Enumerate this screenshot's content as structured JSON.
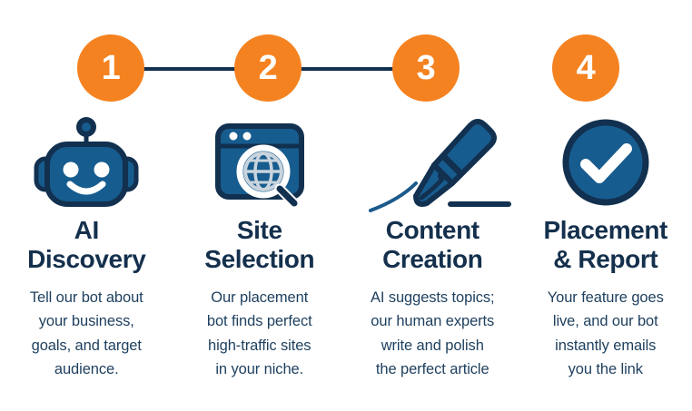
{
  "theme": {
    "background": "#ffffff",
    "accent_orange": "#f58220",
    "navy_dark": "#12304f",
    "navy_text": "#14304d",
    "body_text": "#1d3f5e",
    "icon_blue": "#175c8e"
  },
  "steps": [
    {
      "number": "1",
      "icon": "robot-head-icon",
      "heading": "AI\nDiscovery",
      "body": "Tell our bot about\nyour business,\ngoals, and target\naudience."
    },
    {
      "number": "2",
      "icon": "browser-globe-search-icon",
      "heading": "Site\nSelection",
      "body": "Our placement\nbot finds perfect\nhigh-traffic sites\nin your niche."
    },
    {
      "number": "3",
      "icon": "pen-nib-icon",
      "heading": "Content\nCreation",
      "body": "AI suggests topics;\nour human experts\nwrite and polish\nthe perfect article"
    },
    {
      "number": "4",
      "icon": "check-circle-icon",
      "heading": "Placement\n& Report",
      "body": "Your feature goes\nlive, and our bot\ninstantly emails\nyou the link"
    }
  ],
  "connectors": [
    {
      "from": "1",
      "to": "2"
    },
    {
      "from": "2",
      "to": "3"
    }
  ]
}
